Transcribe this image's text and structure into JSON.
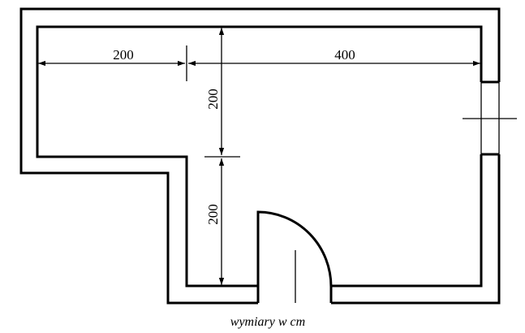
{
  "diagram": {
    "dimensions": {
      "top_left_width": "200",
      "top_right_width": "400",
      "upper_height": "200",
      "lower_height": "200"
    },
    "caption": "wymiary w cm"
  }
}
